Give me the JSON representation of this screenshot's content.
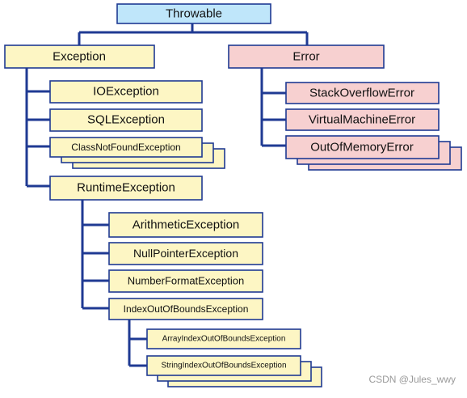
{
  "colors": {
    "root_fill": "#bfe6fa",
    "exception_fill": "#fdf6c4",
    "error_fill": "#f7d0d0",
    "line": "#1f3a93"
  },
  "nodes": {
    "throwable": "Throwable",
    "exception": "Exception",
    "error": "Error",
    "io_exception": "IOException",
    "sql_exception": "SQLException",
    "class_not_found_exception": "ClassNotFoundException",
    "runtime_exception": "RuntimeException",
    "arithmetic_exception": "ArithmeticException",
    "null_pointer_exception": "NullPointerException",
    "number_format_exception": "NumberFormatException",
    "index_out_of_bounds_exception": "IndexOutOfBoundsException",
    "array_index_out_of_bounds_exception": "ArrayIndexOutOfBoundsException",
    "string_index_out_of_bounds_exception": "StringIndexOutOfBoundsException",
    "stack_overflow_error": "StackOverflowError",
    "virtual_machine_error": "VirtualMachineError",
    "out_of_memory_error": "OutOfMemoryError"
  },
  "watermark": "CSDN @Jules_wwy"
}
